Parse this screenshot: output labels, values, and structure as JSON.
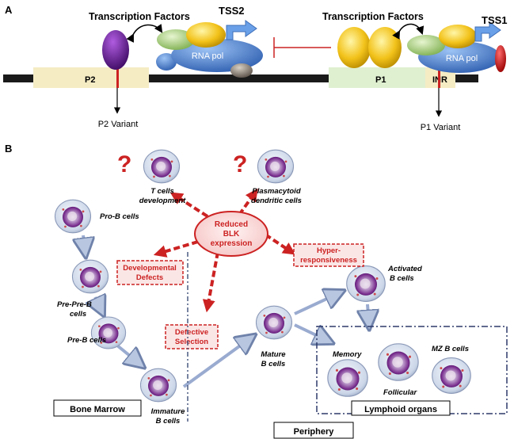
{
  "panel_a": {
    "label": "A",
    "tf_left": "Transcription Factors",
    "tf_right": "Transcription Factors",
    "tss2": "TSS2",
    "tss1": "TSS1",
    "rnapol_left": "RNA pol",
    "rnapol_right": "RNA pol",
    "p2": "P2",
    "p1": "P1",
    "inr": "INR",
    "p2_variant": "P2 Variant",
    "p1_variant": "P1 Variant"
  },
  "panel_b": {
    "label": "B",
    "question_mark": "?",
    "t_cells": [
      "T cells",
      "development"
    ],
    "pdc": [
      "Plasmacytoid",
      "dendritic cells"
    ],
    "center": [
      "Reduced",
      "BLK",
      "expression"
    ],
    "pro_b": "Pro-B cells",
    "pre_pre_b": [
      "Pre-Pre-B",
      "cells"
    ],
    "pre_b": "Pre-B cells",
    "immature": [
      "Immature",
      "B cells"
    ],
    "mature": [
      "Mature",
      "B cells"
    ],
    "activated": [
      "Activated",
      "B cells"
    ],
    "memory": "Memory",
    "follicular": "Follicular",
    "mz": "MZ B cells",
    "dev_defects": [
      "Developmental",
      "Defects"
    ],
    "defective_selection": [
      "Defective",
      "Selection"
    ],
    "hyper": [
      "Hyper-",
      "responsiveness"
    ],
    "bone_marrow": "Bone Marrow",
    "lymphoid_organs": "Lymphoid organs",
    "periphery": "Periphery"
  },
  "colors": {
    "red": "#cc2222",
    "dna": "#1a1a1a",
    "promoter": "#f5ecc4",
    "p1_region": "#dff0d0",
    "rnapol": "#4f86d4",
    "tf_yellow": "#f2c21a",
    "tf_green": "#a6d27a",
    "tf_purple": "#6a1fa0"
  }
}
